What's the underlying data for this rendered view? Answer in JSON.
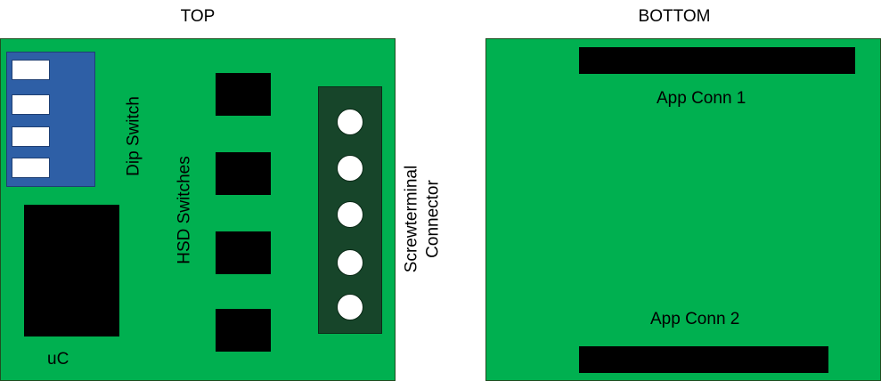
{
  "top": {
    "heading": "TOP",
    "dip_label": "Dip Switch",
    "hsd_label": "HSD Switches",
    "terminal_label_line1": "Screwterminal",
    "terminal_label_line2": "Connector",
    "uc_label": "uC"
  },
  "bottom": {
    "heading": "BOTTOM",
    "conn1_label": "App Conn 1",
    "conn2_label": "App Conn 2"
  },
  "colors": {
    "board": "#00b050",
    "dip": "#2e5fa6",
    "terminal": "#17452a",
    "chip": "#000000"
  }
}
